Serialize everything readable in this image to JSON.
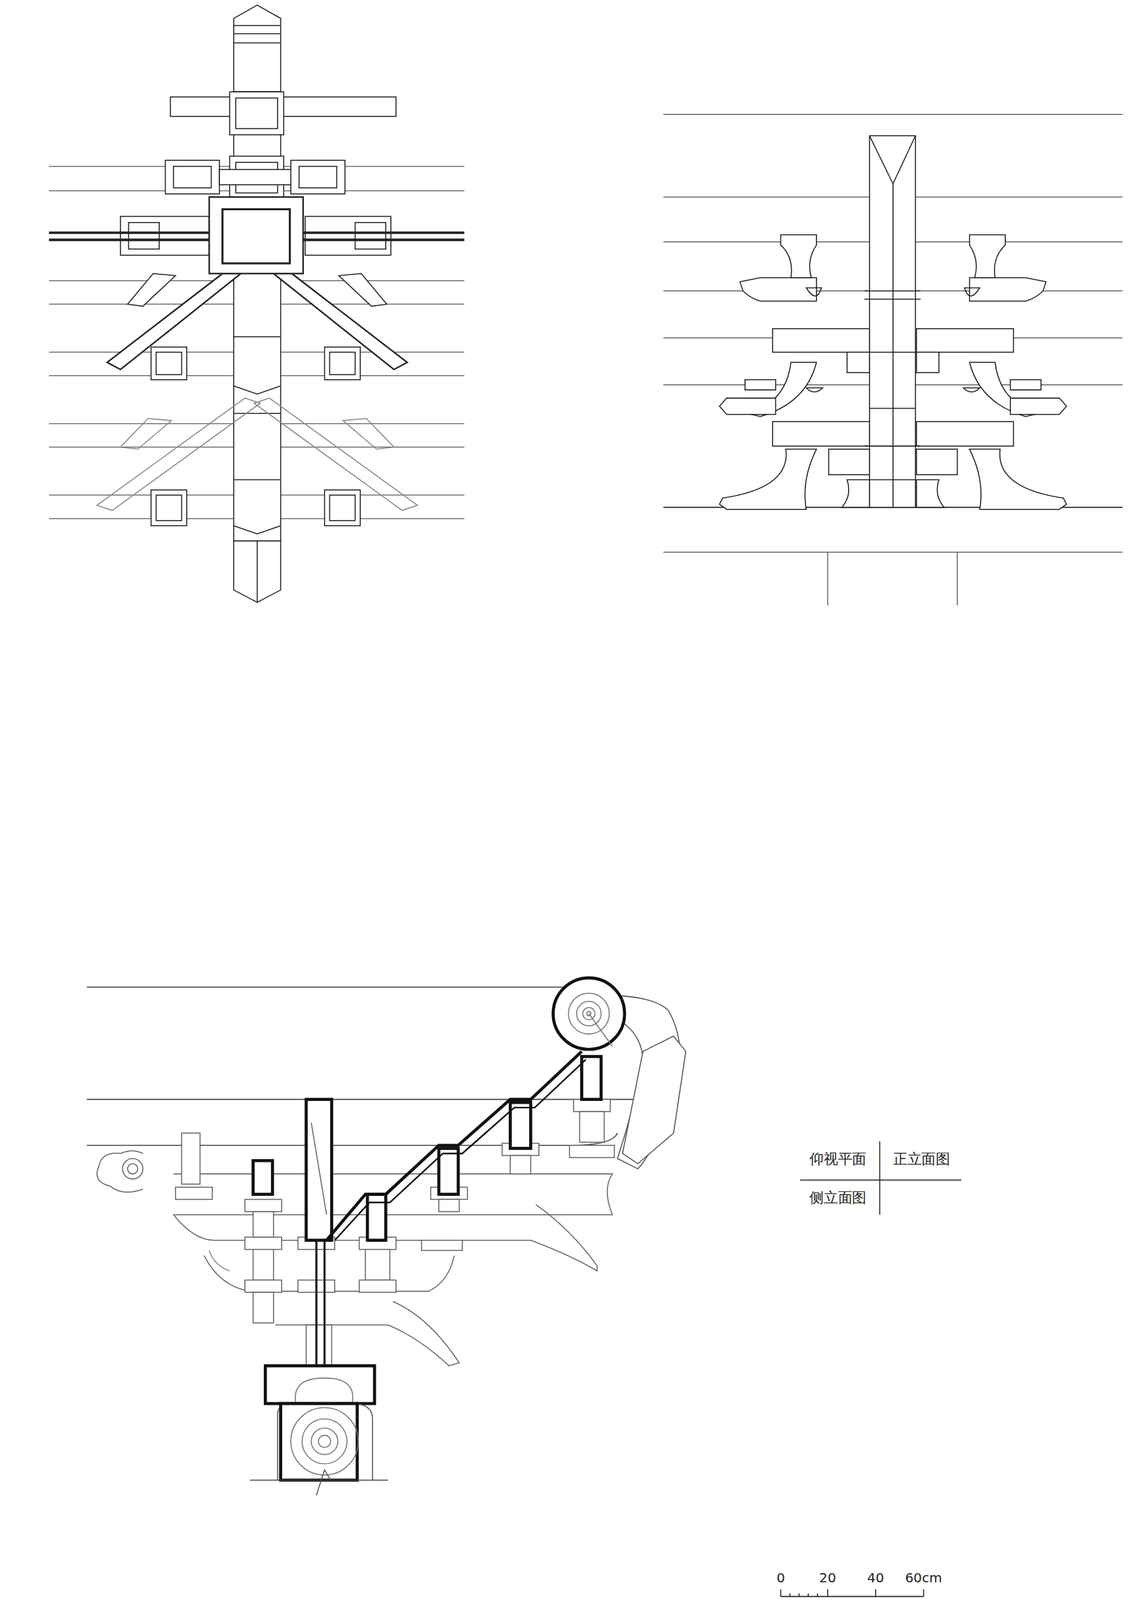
{
  "diagram": {
    "labels": [
      "仰视平面",
      "正立面图",
      "侧立面图",
      "0",
      "20",
      "40",
      "60cm"
    ]
  }
}
